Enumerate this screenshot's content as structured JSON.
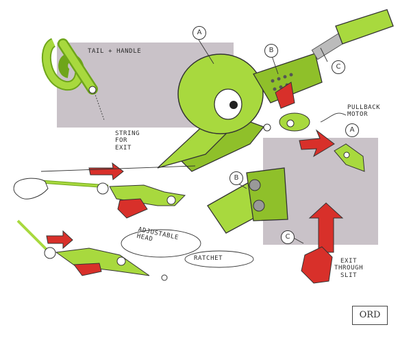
{
  "labels": {
    "tail_handle": "TAIL + HANDLE",
    "string_for_exit": "STRING\nFOR\nEXIT",
    "pullback_motor": "PULLBACK\nMOTOR",
    "adjustable_head": "ADJUSTABLE\nHEAD",
    "ratchet": "RATCHET",
    "exit_through_slit": "EXIT\nTHROUGH\nSLIT"
  },
  "markers": {
    "a_top": "A",
    "b_top": "B",
    "c_top": "C",
    "a_right": "A",
    "b_mid": "B",
    "c_mid": "C"
  },
  "signature": "ORD",
  "colors": {
    "lime": "#a8d93e",
    "lime_dark": "#6ea51a",
    "red": "#d8302a",
    "panel": "#c9c2c8",
    "ink": "#2a2a2a"
  }
}
